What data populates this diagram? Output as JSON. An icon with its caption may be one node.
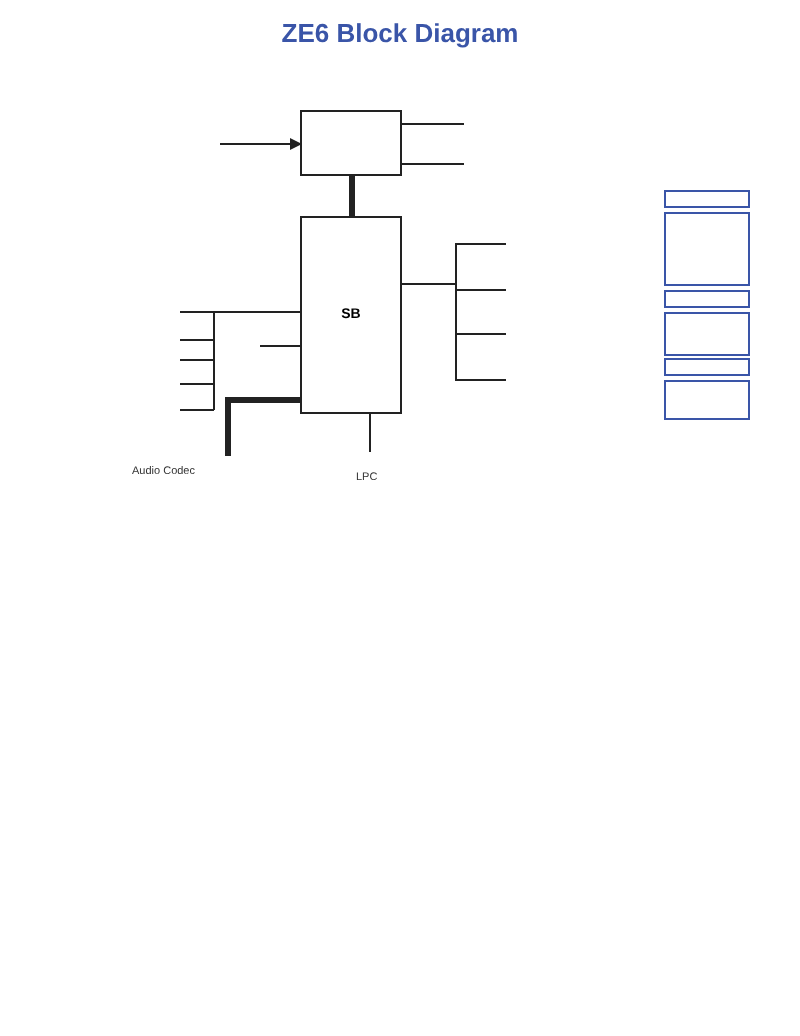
{
  "diagram": {
    "title": "ZE6 Block Diagram",
    "nodes": [
      {
        "text": [],
        "shape": "box"
      },
      {
        "text": [
          "SB"
        ]
      },
      {
        "text": [],
        "shape": "box"
      },
      {
        "text": [],
        "shape": "box"
      },
      {
        "text": [],
        "shape": "box"
      },
      {
        "text": [],
        "shape": "box"
      },
      {
        "text": [],
        "shape": "box"
      },
      {
        "text": [],
        "shape": "box"
      }
    ],
    "edges": [
      {
        "from": null,
        "to": 0,
        "arrow": "to"
      },
      {
        "from": 0,
        "to": null,
        "arrow": "none"
      },
      {
        "from": 0,
        "to": null,
        "arrow": "none"
      },
      {
        "from": 0,
        "to": 1,
        "arrow": "none",
        "style": "thick"
      },
      {
        "from": 1,
        "to": null,
        "arrow": "none"
      },
      {
        "from": 1,
        "to": null,
        "arrow": "none"
      },
      {
        "from": 1,
        "to": null,
        "arrow": "none"
      },
      {
        "from": 1,
        "to": null,
        "arrow": "none"
      },
      {
        "from": null,
        "to": 1,
        "arrow": "none"
      },
      {
        "from": null,
        "to": 1,
        "arrow": "none"
      },
      {
        "from": null,
        "to": 1,
        "arrow": "none"
      },
      {
        "from": 1,
        "to": null,
        "arrow": "none"
      },
      {
        "from": null,
        "to": 1,
        "arrow": "none",
        "style": "thick"
      }
    ],
    "labels": [
      "Audio Codec",
      "LPC"
    ]
  }
}
